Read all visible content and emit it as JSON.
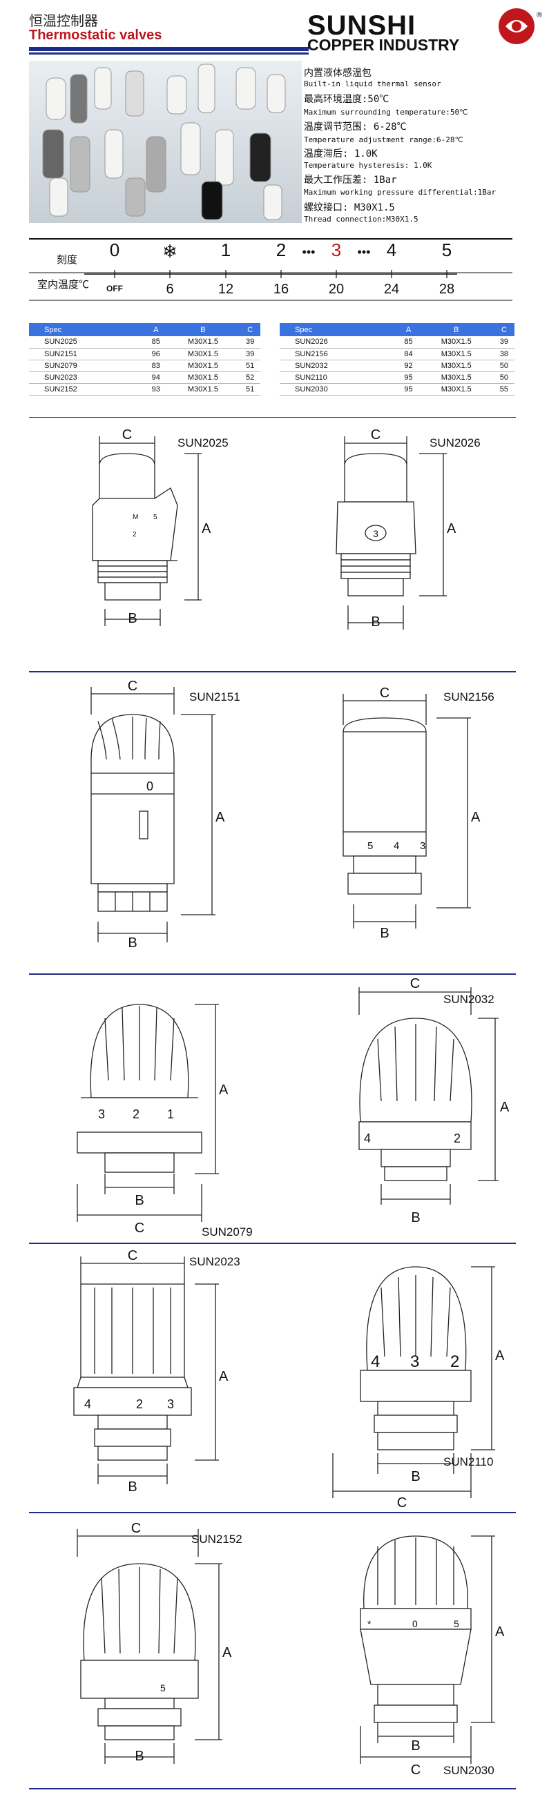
{
  "header": {
    "title_cn": "恒温控制器",
    "title_en": "Thermostatic valves",
    "brand": "SUNSHI",
    "brand_sub": "COPPER INDUSTRY",
    "reg_mark": "®",
    "brand_color": "#c0161c",
    "rule_color": "#1a2d8a"
  },
  "specs": [
    {
      "text": "内置液体感温包",
      "lang": "cn"
    },
    {
      "text": "Built-in liquid thermal sensor",
      "lang": "en"
    },
    {
      "text": "最高环境温度:50℃",
      "lang": "cn"
    },
    {
      "text": "Maximum surrounding temperature:50℃",
      "lang": "en"
    },
    {
      "text": "温度调节范围: 6-28℃",
      "lang": "cn"
    },
    {
      "text": "Temperature adjustment range:6-28℃",
      "lang": "en"
    },
    {
      "text": "温度滞后: 1.0K",
      "lang": "cn"
    },
    {
      "text": "Temperature hysteresis: 1.0K",
      "lang": "en"
    },
    {
      "text": "最大工作压差: 1Bar",
      "lang": "cn"
    },
    {
      "text": "Maximum working pressure differential:1Bar",
      "lang": "en"
    },
    {
      "text": "螺纹接口: M30X1.5",
      "lang": "cn"
    },
    {
      "text": "Thread connection:M30X1.5",
      "lang": "en"
    }
  ],
  "scale": {
    "row1_label": "刻度",
    "row2_label": "室内温度℃",
    "marks": [
      "0",
      "❄",
      "1",
      "2",
      "3",
      "4",
      "5"
    ],
    "temps": [
      "OFF",
      "6",
      "12",
      "16",
      "20",
      "24",
      "28"
    ],
    "dots": "•••",
    "highlight_color": "#c0161c"
  },
  "tables": {
    "headers": [
      "Spec",
      "A",
      "B",
      "C"
    ],
    "left": [
      [
        "SUN2025",
        "85",
        "M30X1.5",
        "39"
      ],
      [
        "SUN2151",
        "96",
        "M30X1.5",
        "39"
      ],
      [
        "SUN2079",
        "83",
        "M30X1.5",
        "51"
      ],
      [
        "SUN2023",
        "94",
        "M30X1.5",
        "52"
      ],
      [
        "SUN2152",
        "93",
        "M30X1.5",
        "51"
      ]
    ],
    "right": [
      [
        "SUN2026",
        "85",
        "M30X1.5",
        "39"
      ],
      [
        "SUN2156",
        "84",
        "M30X1.5",
        "38"
      ],
      [
        "SUN2032",
        "92",
        "M30X1.5",
        "50"
      ],
      [
        "SUN2110",
        "95",
        "M30X1.5",
        "50"
      ],
      [
        "SUN2030",
        "95",
        "M30X1.5",
        "55"
      ]
    ],
    "header_color": "#3a73e0"
  },
  "drawings": {
    "dim_a": "A",
    "dim_b": "B",
    "dim_c": "C",
    "models": [
      "SUN2025",
      "SUN2026",
      "SUN2151",
      "SUN2156",
      "SUN2079",
      "SUN2032",
      "SUN2023",
      "SUN2110",
      "SUN2152",
      "SUN2030"
    ],
    "dial_2025": [
      "M",
      "5",
      "2"
    ],
    "dial_2026": "3",
    "dial_2151": "0",
    "dial_2156": [
      "5",
      "4",
      "3"
    ],
    "dial_2079": [
      "3",
      "2",
      "1"
    ],
    "dial_2032": [
      "2",
      "4"
    ],
    "dial_2023": [
      "4",
      "2",
      "3"
    ],
    "dial_2110": [
      "4",
      "3",
      "2"
    ],
    "dial_2152": [
      "5"
    ],
    "dial_2030": [
      "*",
      "0",
      "5"
    ]
  }
}
